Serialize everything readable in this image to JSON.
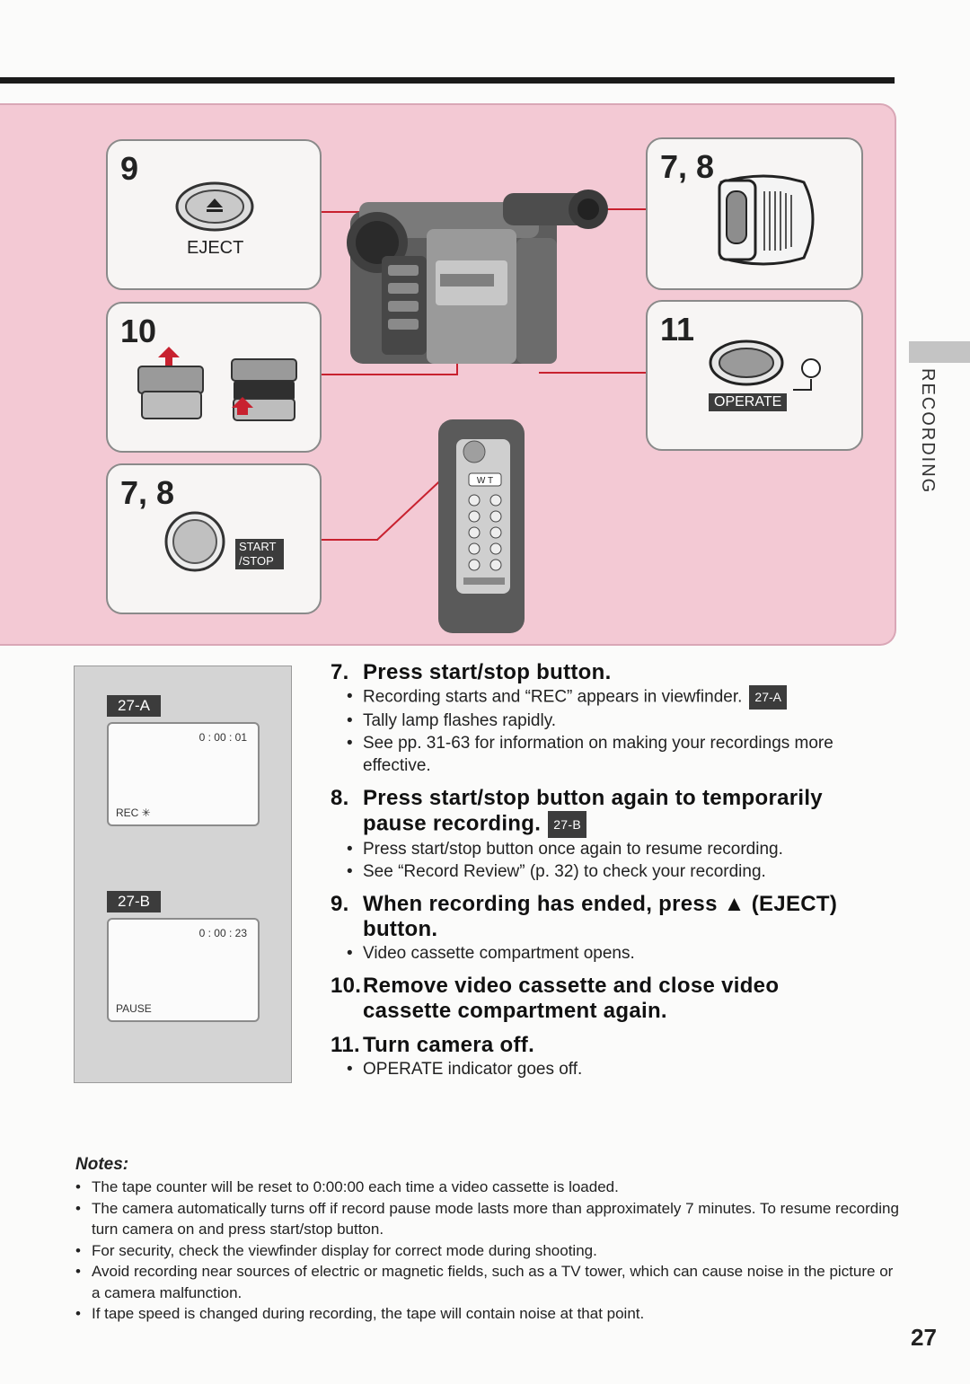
{
  "side_tab": "RECORDING",
  "page_number": "27",
  "illustration": {
    "callout_eject": {
      "number": "9",
      "label": "EJECT"
    },
    "callout_cassette": {
      "number": "10"
    },
    "callout_startstop": {
      "number": "7, 8",
      "label_line1": "START",
      "label_line2": "/STOP"
    },
    "callout_grip": {
      "number": "7, 8"
    },
    "callout_operate": {
      "number": "11",
      "label": "OPERATE"
    }
  },
  "displays": [
    {
      "badge": "27-A",
      "counter": "0 : 00 : 01",
      "mode": "REC ✳"
    },
    {
      "badge": "27-B",
      "counter": "0 : 00 : 23",
      "mode": "PAUSE"
    }
  ],
  "steps": [
    {
      "num": "7.",
      "title": "Press start/stop button.",
      "badge": "",
      "bullets": [
        {
          "text": "Recording starts and “REC” appears in viewfinder.",
          "badge": "27-A"
        },
        {
          "text": "Tally lamp flashes rapidly.",
          "badge": ""
        },
        {
          "text": "See pp. 31-63 for information on making your recordings more effective.",
          "badge": ""
        }
      ]
    },
    {
      "num": "8.",
      "title": "Press start/stop button again to temporarily pause recording.",
      "badge": "27-B",
      "bullets": [
        {
          "text": "Press start/stop button once again to resume recording.",
          "badge": ""
        },
        {
          "text": "See “Record Review” (p. 32) to check your recording.",
          "badge": ""
        }
      ]
    },
    {
      "num": "9.",
      "title": "When recording has ended, press ▲ (EJECT) button.",
      "badge": "",
      "bullets": [
        {
          "text": "Video cassette compartment opens.",
          "badge": ""
        }
      ]
    },
    {
      "num": "10.",
      "title": "Remove video cassette and close video cassette compartment again.",
      "badge": "",
      "bullets": []
    },
    {
      "num": "11.",
      "title": "Turn camera off.",
      "badge": "",
      "bullets": [
        {
          "text": "OPERATE indicator goes off.",
          "badge": ""
        }
      ]
    }
  ],
  "notes": {
    "title": "Notes:",
    "items": [
      "The tape counter will be reset to 0:00:00 each time a video cassette is loaded.",
      "The camera automatically turns off if record pause mode lasts more than approximately 7 minutes. To resume recording turn camera on and press start/stop button.",
      "For security, check the viewfinder display for correct mode during shooting.",
      "Avoid recording near sources of electric or magnetic fields, such as a TV tower, which can cause noise in the picture or a camera malfunction.",
      "If tape speed is changed during recording, the tape will contain noise at that point."
    ]
  }
}
